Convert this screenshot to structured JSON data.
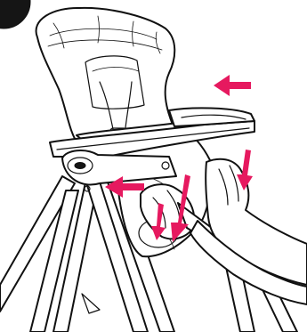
{
  "figure": {
    "kind": "assembly instruction line drawing",
    "subject": "high chair",
    "step_badge_color": "#111111",
    "line_color": "#111111",
    "arrow_color": "#e6195f"
  },
  "arrows": [
    {
      "id": "arrow-tray-slide-left",
      "direction": "left"
    },
    {
      "id": "arrow-release-left",
      "direction": "left"
    },
    {
      "id": "arrow-pull-down-center",
      "direction": "down"
    },
    {
      "id": "arrow-pull-down-right",
      "direction": "down"
    }
  ]
}
